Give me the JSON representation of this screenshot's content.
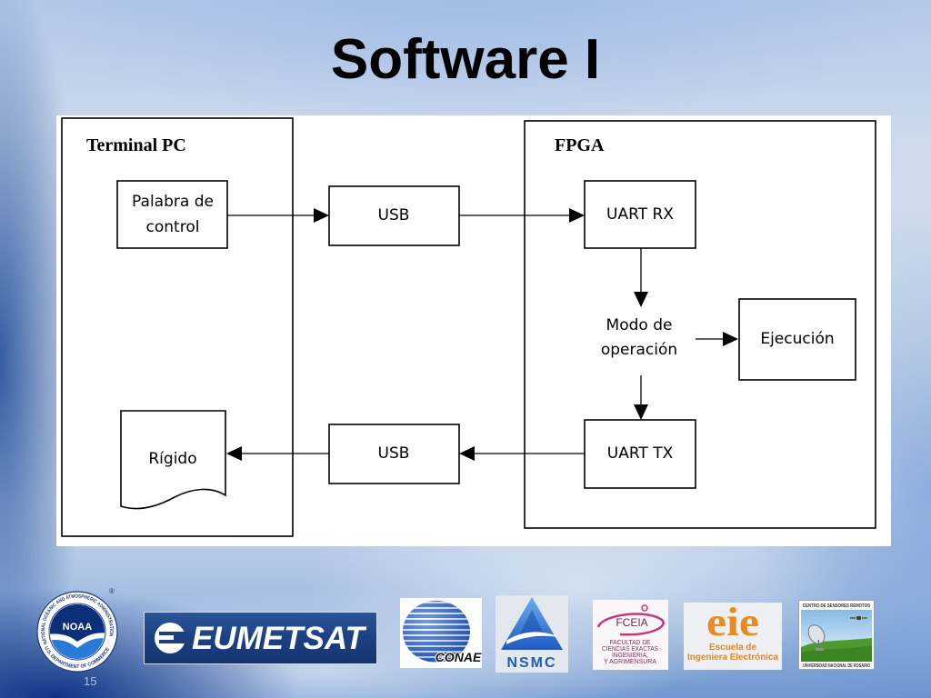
{
  "slide": {
    "title": "Software I",
    "page_number": "15"
  },
  "diagram": {
    "terminal_pc_label": "Terminal PC",
    "fpga_label": "FPGA",
    "palabra_de_control": [
      "Palabra de",
      "control"
    ],
    "usb_top": "USB",
    "uart_rx": "UART RX",
    "modo_de_operacion": [
      "Modo de",
      "operación"
    ],
    "ejecucion": "Ejecución",
    "uart_tx": "UART TX",
    "usb_bottom": "USB",
    "rigido": "Rígido"
  },
  "logos": {
    "noaa": {
      "name": "NOAA",
      "ring_top": "NATIONAL OCEANIC AND ATMOSPHERIC ADMINISTRATION",
      "ring_bottom": "U.S. DEPARTMENT OF COMMERCE",
      "registered": "®"
    },
    "eumetsat": {
      "name": "EUMETSAT"
    },
    "conae": {
      "name": "CONAE"
    },
    "nsmc": {
      "name": "NSMC"
    },
    "fceia": {
      "name": "FCEIA",
      "lines": [
        "FACULTAD DE",
        "CIENCIAS EXACTAS",
        "INGENIERIA,",
        "Y AGRIMENSURA"
      ]
    },
    "eie": {
      "name": "eie",
      "lines": [
        "Escuela de",
        "Ingeniera Electrónica"
      ]
    },
    "csr": {
      "top": "CENTRO DE SENSORES REMOTOS",
      "bottom": "UNIVERSIDAD NACIONAL DE ROSARIO"
    }
  },
  "colors": {
    "title": "#000000",
    "diagram_background": "#ffffff",
    "diagram_stroke": "#000000",
    "noaa_navy": "#0d2f7a",
    "eumetsat_blue": "#1b3f80",
    "conae_blue": "#2a68c6",
    "nsmc_blue": "#1f5cb8",
    "fceia_magenta": "#c8367c",
    "eie_orange": "#ea8b1c"
  }
}
